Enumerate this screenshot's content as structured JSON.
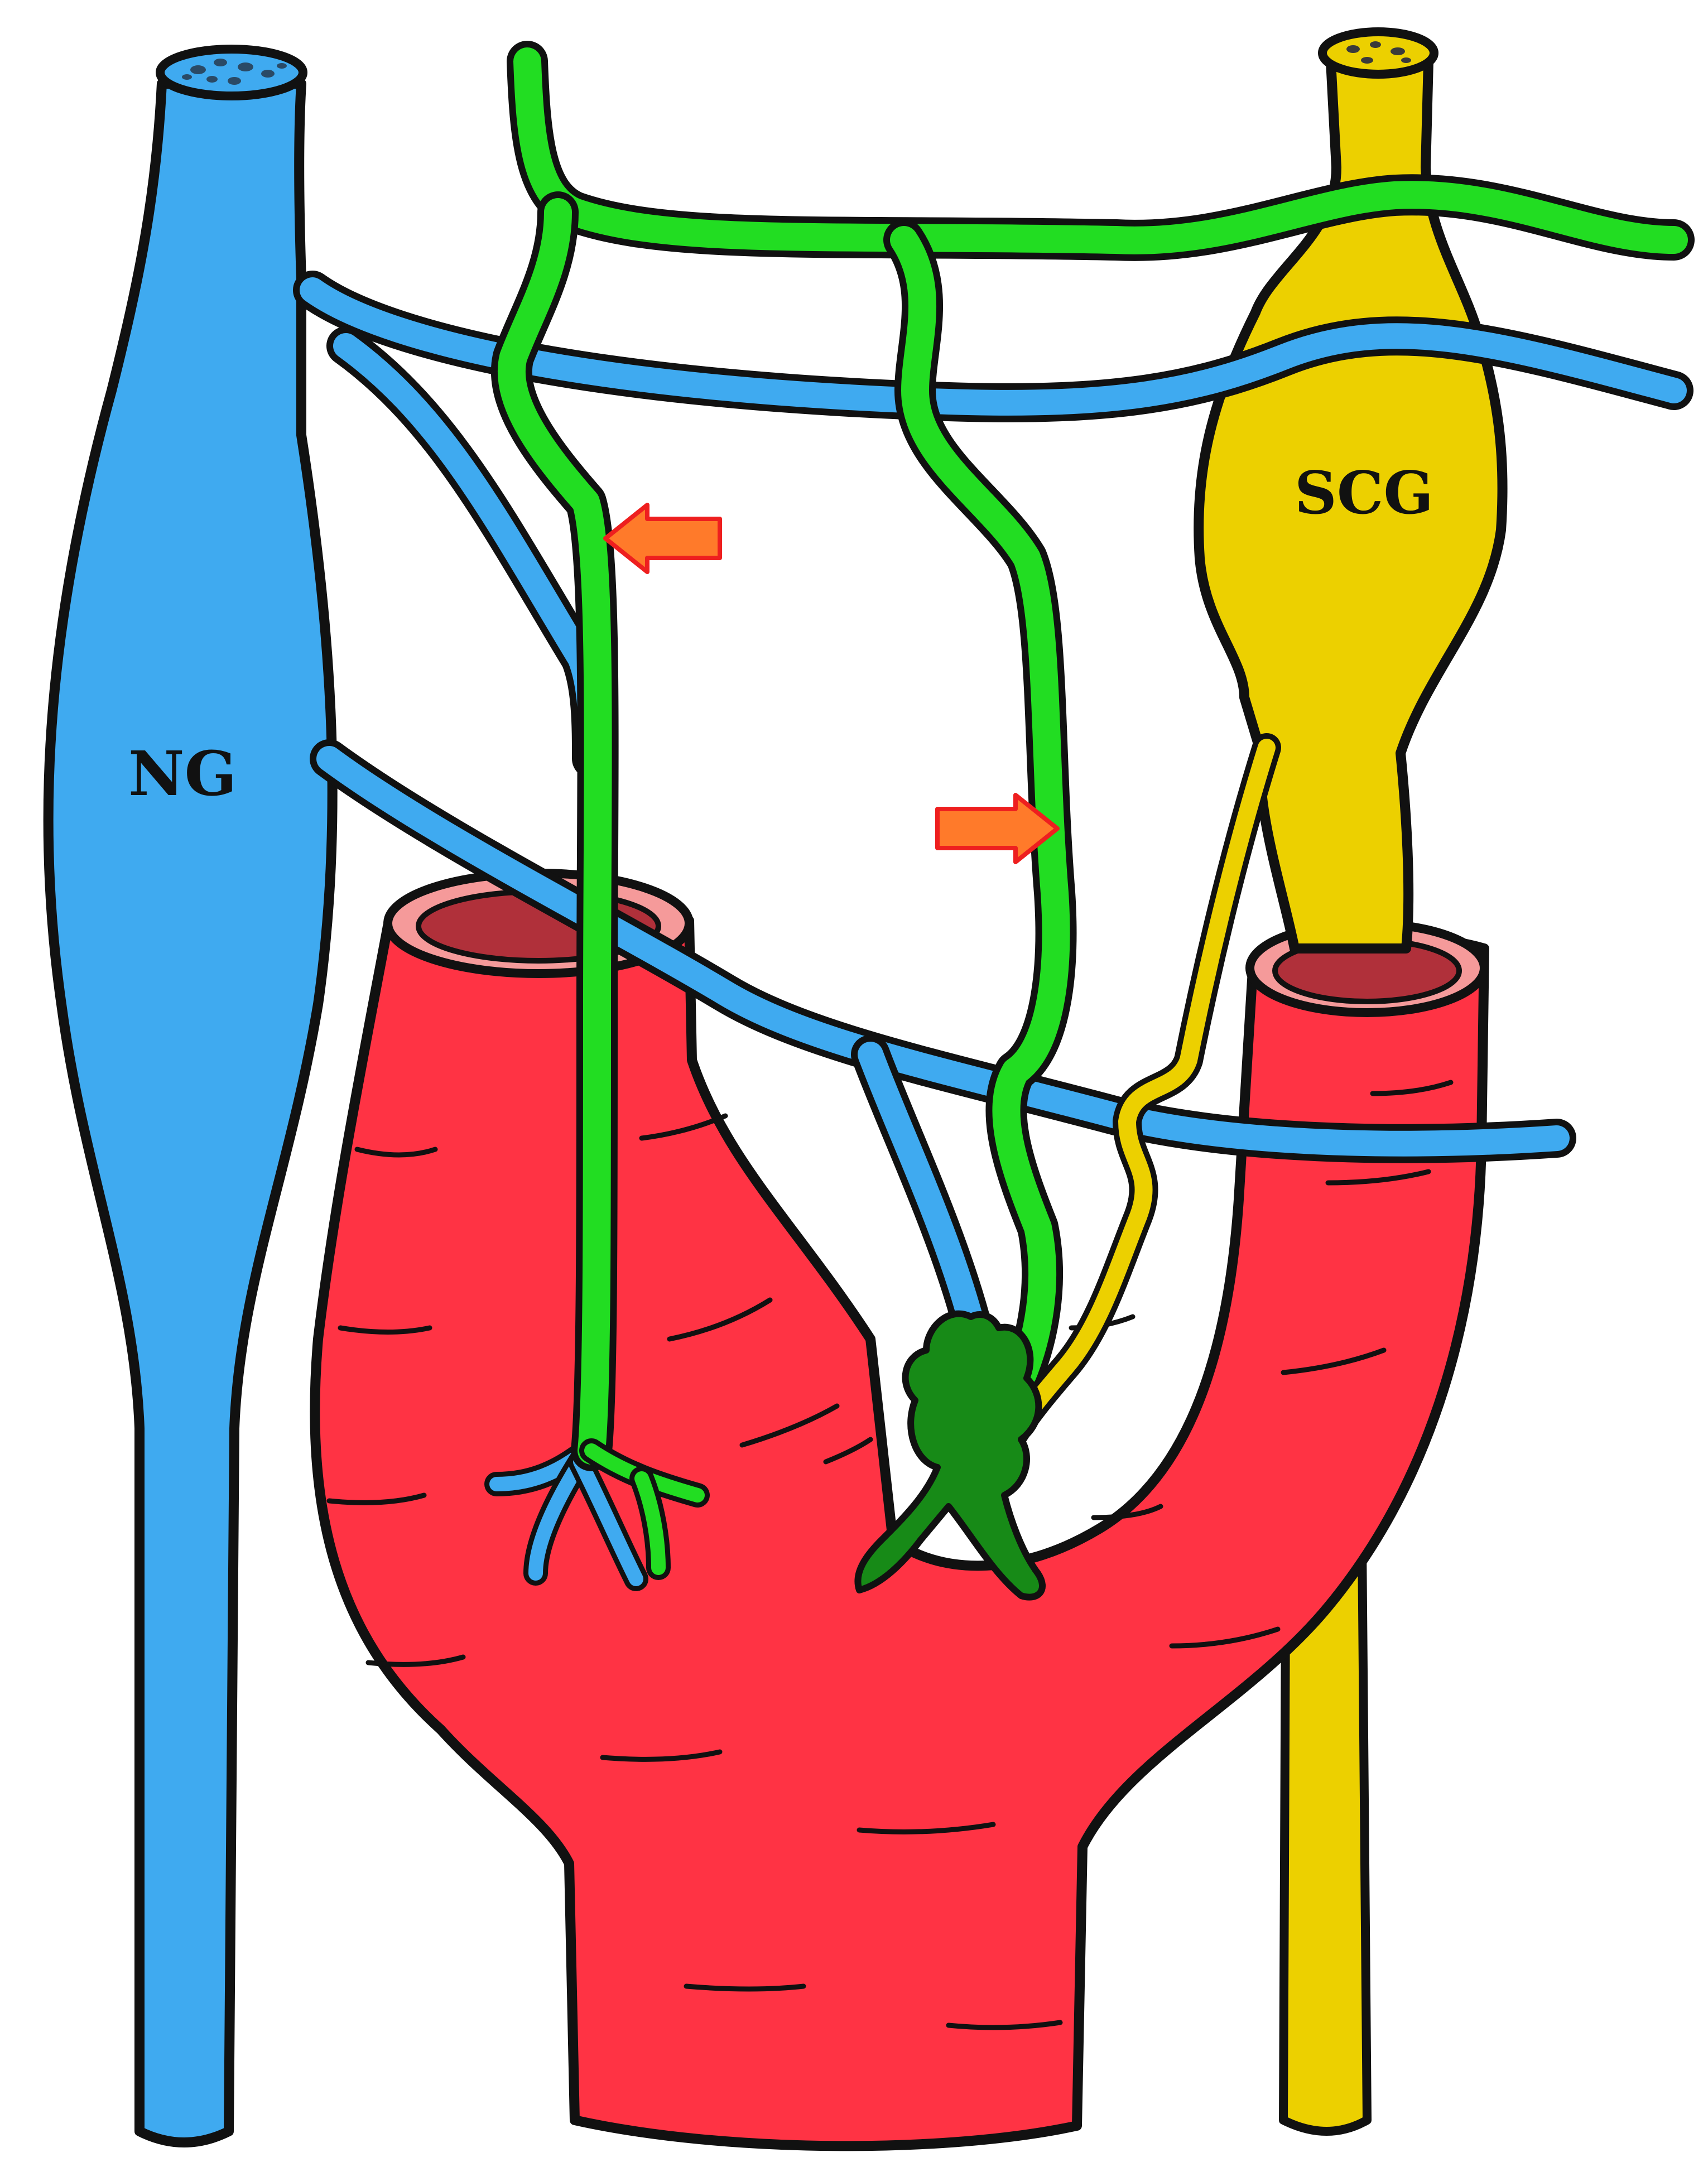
{
  "labels": {
    "ng": "NG",
    "scg": "SCG"
  },
  "colors": {
    "nodose_ganglion": "#3faaf0",
    "superior_cervical_ganglion": "#ecd000",
    "glossopharyngeal_nerve": "#22dd22",
    "carotid_body": "#178a17",
    "carotid_artery": "#ff3344",
    "artery_lumen": "#b0303a",
    "artery_rim": "#f59a9a",
    "arrow_fill": "#ff7a2a",
    "arrow_stroke": "#ee1f1f",
    "outline": "#111111"
  },
  "markers": {
    "arrow_count": 2
  }
}
